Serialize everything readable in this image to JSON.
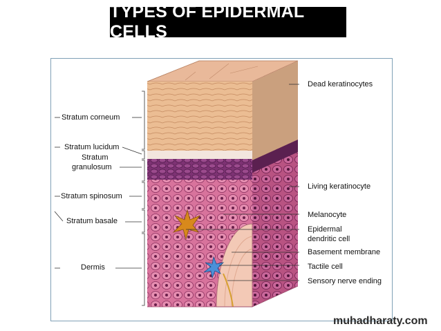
{
  "title": "TYPES OF EPIDERMAL CELLS",
  "left_labels": {
    "stratum_corneum": "Stratum corneum",
    "stratum_lucidum": "Stratum lucidum",
    "stratum_granulosum_1": "Stratum",
    "stratum_granulosum_2": "granulosum",
    "stratum_spinosum": "Stratum spinosum",
    "stratum_basale": "Stratum basale",
    "dermis": "Dermis"
  },
  "right_labels": {
    "dead_keratinocytes": "Dead keratinocytes",
    "living_keratinocyte": "Living keratinocyte",
    "melanocyte": "Melanocyte",
    "epidermal_dendritic_1": "Epidermal",
    "epidermal_dendritic_2": "dendritic cell",
    "basement_membrane": "Basement membrane",
    "tactile_cell": "Tactile cell",
    "sensory_nerve_ending": "Sensory nerve ending"
  },
  "watermark": "muhadharaty.com",
  "colors": {
    "title_bg": "#000000",
    "title_text": "#ffffff",
    "corneum": "#e8b890",
    "granulosum": "#6b2a63",
    "spinosum": "#d9789f",
    "dermis": "#f2c8b8",
    "melanocyte": "#d68a1f",
    "tactile": "#4a8fd6"
  }
}
